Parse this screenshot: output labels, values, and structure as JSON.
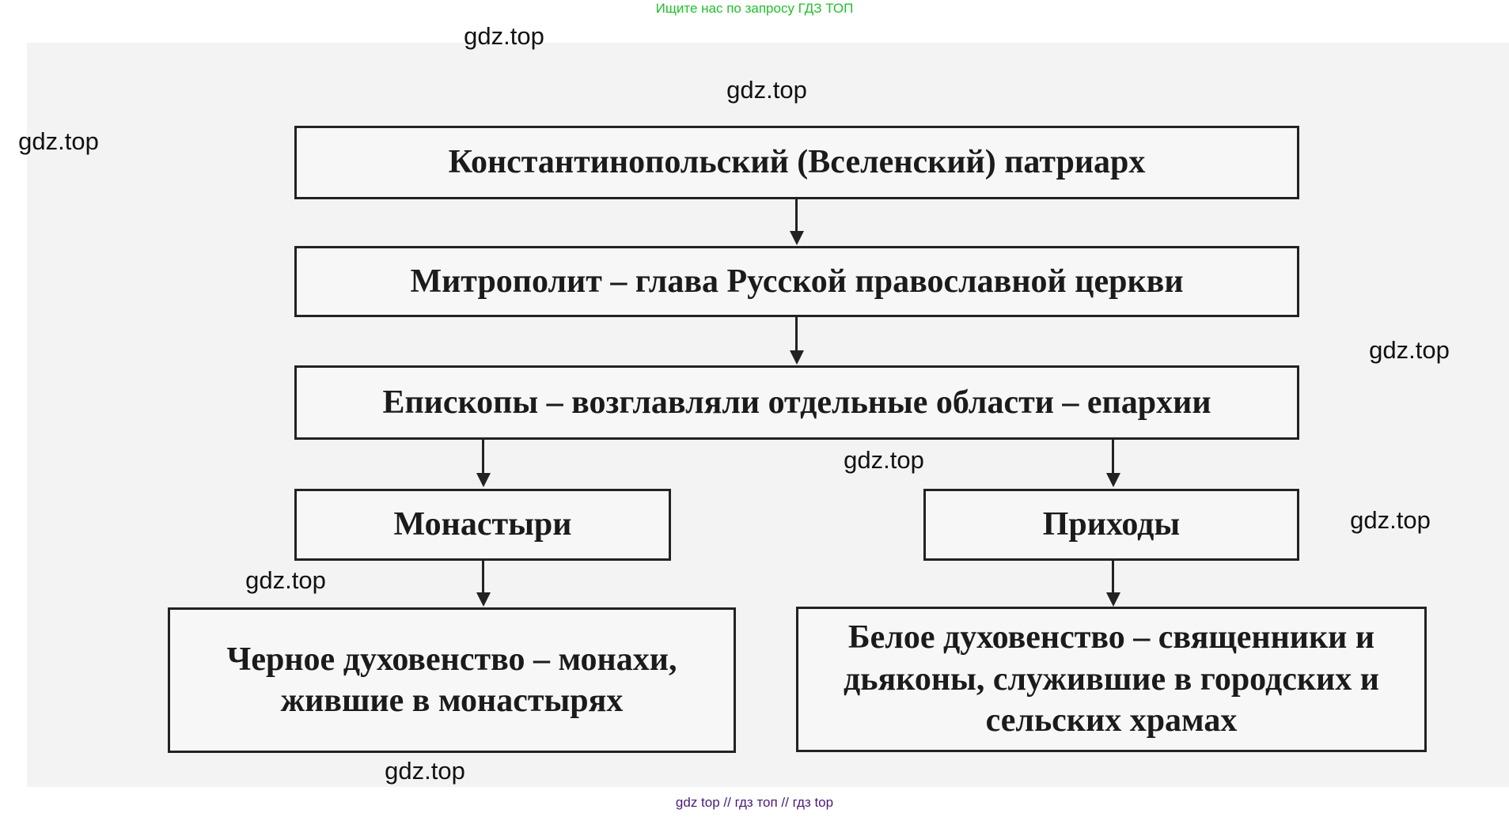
{
  "header": {
    "banner": "Ищите нас по запросу ГДЗ ТОП"
  },
  "footer": {
    "links": "gdz top  //  гдз топ  //  гдз top"
  },
  "diagram": {
    "patriarch": "Константинопольский (Вселенский) патриарх",
    "metropolitan": "Митрополит – глава Русской православной церкви",
    "bishops": "Епископы – возглавляли отдельные области – епархии",
    "monasteries": "Монастыри",
    "parishes": "Приходы",
    "black_clergy": "Черное духовенство – монахи, жившие в монастырях",
    "white_clergy": "Белое духовенство – священники и дьяконы, служившие в городских и сельских храмах"
  },
  "watermark": "gdz.top"
}
